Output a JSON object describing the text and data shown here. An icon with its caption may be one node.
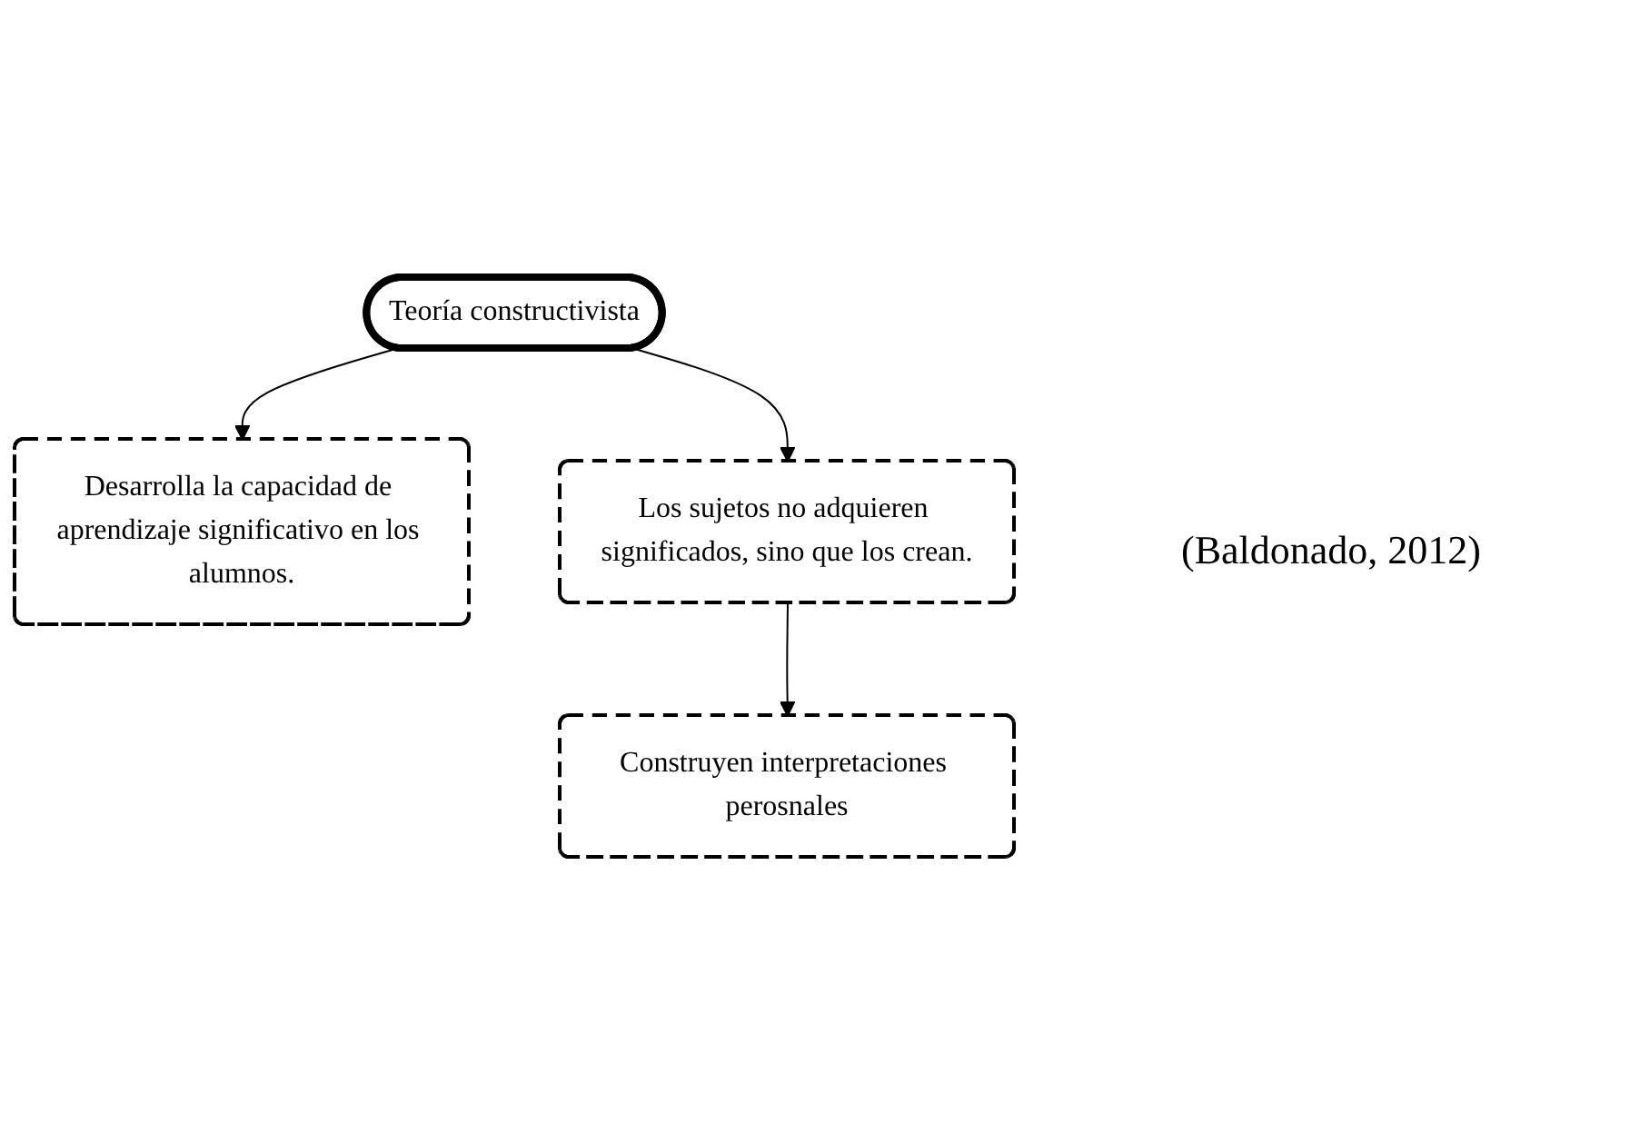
{
  "diagram": {
    "nodes": [
      {
        "text": [
          "Teoría constructivista"
        ]
      },
      {
        "text": [
          "Desarrolla la capacidad de aprendizaje significativo en los alumnos."
        ]
      },
      {
        "text": [
          "Los sujetos no adquieren significados, sino que los crean."
        ]
      },
      {
        "text": [
          "Construyen interpretaciones perosnales"
        ]
      }
    ],
    "edges": [
      {
        "from": 0,
        "to": 1,
        "arrow": "to"
      },
      {
        "from": 0,
        "to": 2,
        "arrow": "to"
      },
      {
        "from": 2,
        "to": 3,
        "arrow": "to"
      }
    ],
    "labels": [
      "(Baldonado, 2012)"
    ]
  }
}
